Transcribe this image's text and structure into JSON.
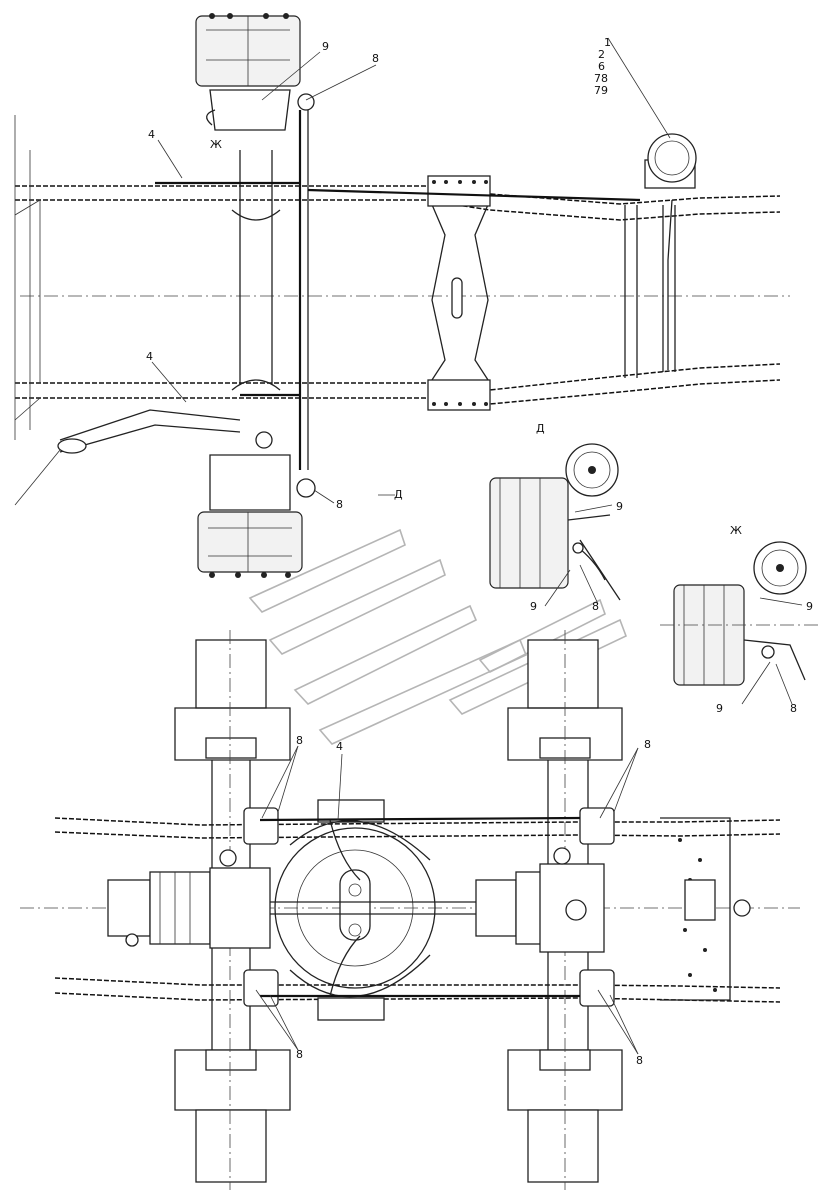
{
  "diagram": {
    "callouts": {
      "c1": "1",
      "c2": "2",
      "c6": "6",
      "c78": "78",
      "c79": "79",
      "c4_top": "4",
      "c4_mid": "4",
      "c4_bottom": "4",
      "c8_top": "8",
      "c8_mid": "8",
      "c8_left_upper": "8",
      "c8_right_upper": "8",
      "c8_left_lower": "8",
      "c8_right_lower": "8",
      "c9_top": "9",
      "c9_detail_d_upper": "9",
      "c9_detail_d_lower": "9",
      "c8_detail_d": "8",
      "c9_detail_zh_upper": "9",
      "c9_detail_zh_lower": "9",
      "c8_detail_zh": "8"
    },
    "view_marks": {
      "zh_arrow": "Ж",
      "d_arrow": "Д",
      "detail_d_title": "Д",
      "detail_zh_title": "Ж"
    }
  }
}
